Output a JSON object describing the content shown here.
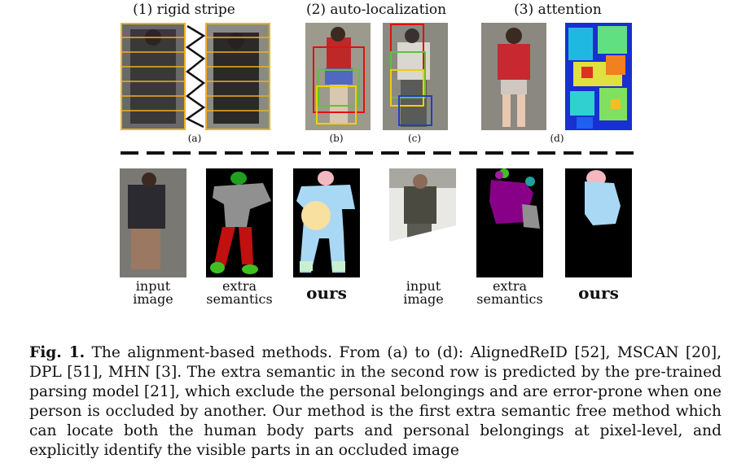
{
  "headers": {
    "rigid": "(1) rigid stripe",
    "auto": "(2) auto-localization",
    "attention": "(3) attention"
  },
  "sublabels": [
    "(a)",
    "(b)",
    "(c)",
    "(d)"
  ],
  "row2": {
    "group1": {
      "input": "input\nimage",
      "extra": "extra\nsemantics",
      "ours": "ours"
    },
    "group2": {
      "input": "input\nimage",
      "extra": "extra\nsemantics",
      "ours": "ours"
    }
  },
  "caption": {
    "prefix": "Fig. 1.",
    "text": "The alignment-based methods. From (a) to (d): AlignedReID [52], MSCAN [20], DPL [51], MHN [3]. The extra semantic in the second row is predicted by the pre-trained parsing model [21], which exclude the personal belongings and are error-prone when one person is occluded by another. Our method is the first extra semantic free method which can locate both the human body parts and personal belongings at pixel-level, and explicitly identify the visible parts in an occluded image"
  },
  "colors": {
    "stripe": "#f0b020",
    "box_red": "#e01010",
    "box_green": "#60c040",
    "box_yellow": "#f0d000",
    "box_blue": "#2040c0",
    "mask_bg": "#000000",
    "head_pink": "#f4b8c0",
    "upper_blue": "#a8d8f4",
    "bag_yellow": "#f8e0a0",
    "leg_red": "#c01010",
    "shoe_green": "#40c020",
    "upper_gray": "#909090",
    "purple": "#880088"
  }
}
